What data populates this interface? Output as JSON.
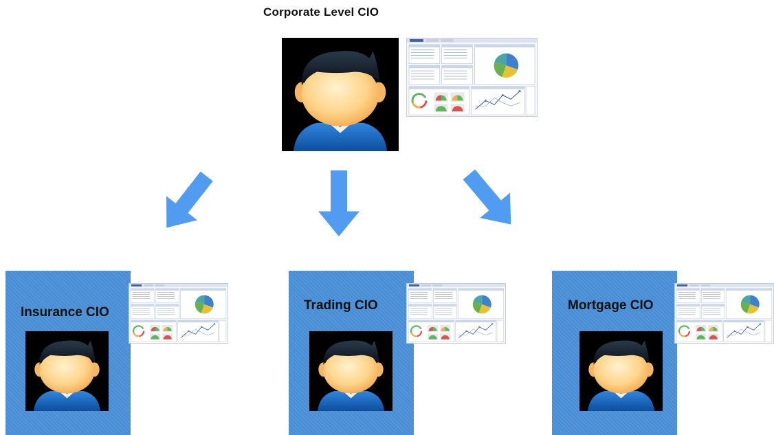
{
  "diagram": {
    "top": {
      "title": "Corporate Level CIO",
      "avatar_icon": "user-avatar-icon",
      "dashboard_icon": "dashboard-thumbnail-icon"
    },
    "children": [
      {
        "title": "Insurance CIO",
        "avatar_icon": "user-avatar-icon"
      },
      {
        "title": "Trading CIO",
        "avatar_icon": "user-avatar-icon"
      },
      {
        "title": "Mortgage CIO",
        "avatar_icon": "user-avatar-icon"
      }
    ],
    "colors": {
      "panel": "#4a90d9",
      "arrow": "#4f9cf0",
      "avatar_bg": "#000000",
      "shirt": "#1f6fc9"
    }
  }
}
